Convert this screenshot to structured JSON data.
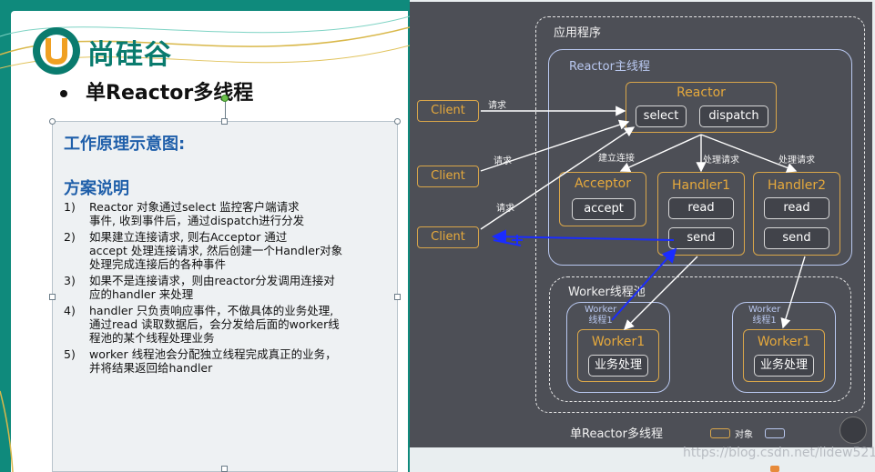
{
  "slide": {
    "logo_text": "尚硅谷",
    "heading": "单Reactor多线程",
    "box_title": "工作原理示意图:",
    "box_subtitle": "方案说明",
    "list": [
      {
        "num": "1)",
        "lines": [
          "Reactor 对象通过select 监控客户端请求",
          "事件, 收到事件后，通过dispatch进行分发"
        ]
      },
      {
        "num": "2)",
        "lines": [
          "如果建立连接请求, 则右Acceptor 通过",
          "accept 处理连接请求, 然后创建一个Handler对象",
          "处理完成连接后的各种事件"
        ]
      },
      {
        "num": "3)",
        "lines": [
          "如果不是连接请求，则由reactor分发调用连接对",
          "应的handler 来处理"
        ]
      },
      {
        "num": "4)",
        "lines": [
          "handler 只负责响应事件，不做具体的业务处理,",
          "通过read 读取数据后，会分发给后面的worker线",
          "程池的某个线程处理业务"
        ]
      },
      {
        "num": "5)",
        "lines": [
          "worker 线程池会分配独立线程完成真正的业务，",
          "并将结果返回给handler"
        ]
      }
    ]
  },
  "diagram": {
    "app_label": "应用程序",
    "main_thread_label": "Reactor主线程",
    "reactor_title": "Reactor",
    "reactor_select": "select",
    "reactor_dispatch": "dispatch",
    "acceptor_title": "Acceptor",
    "acceptor_accept": "accept",
    "handler1_title": "Handler1",
    "handler2_title": "Handler2",
    "read": "read",
    "send": "send",
    "clients": [
      "Client",
      "Client",
      "Client"
    ],
    "request_labels": [
      "请求",
      "请求",
      "请求"
    ],
    "edge_connect": "建立连接",
    "edge_process1": "处理请求",
    "edge_process2": "处理请求",
    "pool_label": "Worker线程池",
    "worker_thread_a": [
      "Worker",
      "线程1"
    ],
    "worker_thread_b": [
      "Worker",
      "线程1"
    ],
    "worker_title": "Worker1",
    "worker_task": "业务处理",
    "caption": "单Reactor多线程",
    "legend_object": "对象",
    "colors": {
      "background": "#4d4f56",
      "object_border": "#d9a64a",
      "thread_border": "#b9c8f0",
      "annotation": "#1a2cff"
    }
  },
  "watermark": "https://blog.csdn.net/lidew521"
}
